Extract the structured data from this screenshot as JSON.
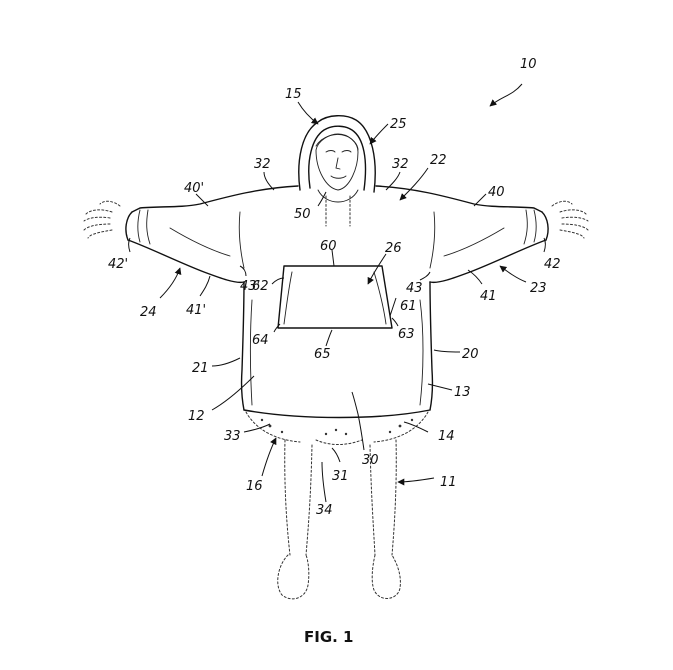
{
  "caption": "FIG. 1",
  "refs": {
    "r10": "10",
    "r15": "15",
    "r25": "25",
    "r32a": "32",
    "r32b": "32",
    "r22": "22",
    "r40p": "40'",
    "r40": "40",
    "r50": "50",
    "r60": "60",
    "r26": "26",
    "r42p": "42'",
    "r42": "42",
    "r43p": "43'",
    "r43": "43",
    "r24": "24",
    "r41p": "41'",
    "r41": "41",
    "r23": "23",
    "r62": "62",
    "r61": "61",
    "r64": "64",
    "r63": "63",
    "r65": "65",
    "r21": "21",
    "r20": "20",
    "r12": "12",
    "r13": "13",
    "r33": "33",
    "r14": "14",
    "r30": "30",
    "r16": "16",
    "r31": "31",
    "r11": "11",
    "r34": "34"
  }
}
